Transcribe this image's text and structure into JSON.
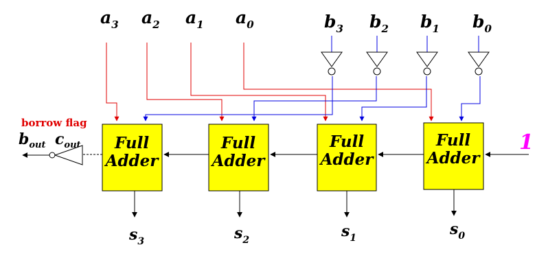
{
  "inputs_a": [
    {
      "base": "a",
      "sub": "3"
    },
    {
      "base": "a",
      "sub": "2"
    },
    {
      "base": "a",
      "sub": "1"
    },
    {
      "base": "a",
      "sub": "0"
    }
  ],
  "inputs_b": [
    {
      "base": "b",
      "sub": "3"
    },
    {
      "base": "b",
      "sub": "2"
    },
    {
      "base": "b",
      "sub": "1"
    },
    {
      "base": "b",
      "sub": "0"
    }
  ],
  "adders": [
    {
      "line1": "Full",
      "line2": "Adder"
    },
    {
      "line1": "Full",
      "line2": "Adder"
    },
    {
      "line1": "Full",
      "line2": "Adder"
    },
    {
      "line1": "Full",
      "line2": "Adder"
    }
  ],
  "outputs": [
    {
      "base": "s",
      "sub": "3"
    },
    {
      "base": "s",
      "sub": "2"
    },
    {
      "base": "s",
      "sub": "1"
    },
    {
      "base": "s",
      "sub": "0"
    }
  ],
  "carry_in": "1",
  "borrow_flag_label": "borrow flag",
  "b_out": {
    "base": "b",
    "sub": "out"
  },
  "c_out": {
    "base": "c",
    "sub": "out"
  },
  "colors": {
    "a_wire": "#e00000",
    "b_wire": "#0000e0",
    "adder_fill": "#ffff00",
    "carry_in": "#ff00ff",
    "borrow_label": "#e00000",
    "black": "#000000"
  }
}
